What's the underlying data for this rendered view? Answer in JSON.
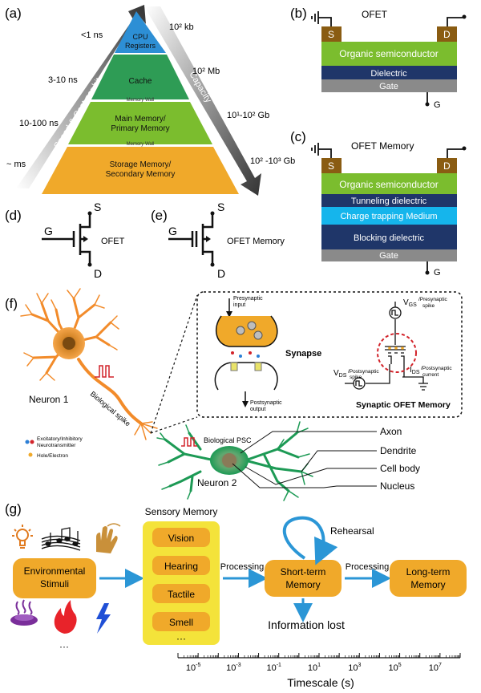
{
  "panel_a": {
    "label": "(a)",
    "layers": [
      {
        "name": "CPU Registers",
        "time": "<1 ns",
        "capacity": "10² kb",
        "color": "#2d8fd5"
      },
      {
        "name": "Cache",
        "time": "3-10 ns",
        "capacity": "10² Mb",
        "color": "#2e9c55"
      },
      {
        "name": "Main Memory/ Primary Memory",
        "time": "10-100 ns",
        "capacity": "10¹-10² Gb",
        "color": "#7bbd2e"
      },
      {
        "name": "Storage Memory/ Secondary Memory",
        "time": "~ ms",
        "capacity": "10² -10³ Gb",
        "color": "#f0a92a"
      }
    ],
    "wall_label": "Memory Wall",
    "left_arrow": "Speed & Cost per bit",
    "right_arrow": "Capacity"
  },
  "panel_b": {
    "label": "(b)",
    "title": "OFET",
    "source": "S",
    "drain": "D",
    "gate_terminal": "G",
    "layers": [
      "Organic semiconductor",
      "Dielectric",
      "Gate"
    ]
  },
  "panel_c": {
    "label": "(c)",
    "title": "OFET Memory",
    "source": "S",
    "drain": "D",
    "gate_terminal": "G",
    "layers": [
      "Organic semiconductor",
      "Tunneling dielectric",
      "Charge trapping Medium",
      "Blocking dielectric",
      "Gate"
    ]
  },
  "panel_d": {
    "label": "(d)",
    "caption": "OFET",
    "g": "G",
    "s": "S",
    "d": "D"
  },
  "panel_e": {
    "label": "(e)",
    "caption": "OFET Memory",
    "g": "G",
    "s": "S",
    "d": "D"
  },
  "panel_f": {
    "label": "(f)",
    "neuron1": "Neuron 1",
    "neuron2": "Neuron 2",
    "bio_spike": "Biological spike",
    "bio_psc": "Biological PSC",
    "legend_ions": "Excitatory/Inhibitory Neurotransmitter",
    "legend_hole": "Hole/Electron",
    "presynaptic_input": "Presynaptic input",
    "postsynaptic_output": "Postsynaptic output",
    "synapse": "Synapse",
    "vgs_label": "V",
    "vgs_sub": "GS",
    "vgs_note": "Presynaptic spike",
    "vds_label": "V",
    "vds_sub": "DS",
    "vds_note": "Postsynaptic spike",
    "ids_label": "I",
    "ids_sub": "DS",
    "ids_note": "Postsynaptic current",
    "synaptic_ofet": "Synaptic OFET Memory",
    "parts": [
      "Axon",
      "Dendrite",
      "Cell body",
      "Nucleus"
    ]
  },
  "panel_g": {
    "label": "(g)",
    "sensory_title": "Sensory Memory",
    "stimuli": "Environmental Stimuli",
    "senses": [
      "Vision",
      "Hearing",
      "Tactile",
      "Smell"
    ],
    "senses_more": "···",
    "stimuli_more": "···",
    "processing1": "Processing",
    "processing2": "Processing",
    "short_term": "Short-term Memory",
    "long_term": "Long-term Memory",
    "rehearsal": "Rehearsal",
    "info_lost": "Information lost",
    "axis_label": "Timescale (s)",
    "ticks": [
      {
        "base": "10",
        "exp": "-5",
        "value": -5
      },
      {
        "base": "10",
        "exp": "-3",
        "value": -3
      },
      {
        "base": "10",
        "exp": "-1",
        "value": -1
      },
      {
        "base": "10",
        "exp": "1",
        "value": 1
      },
      {
        "base": "10",
        "exp": "3",
        "value": 3
      },
      {
        "base": "10",
        "exp": "5",
        "value": 5
      },
      {
        "base": "10",
        "exp": "7",
        "value": 7
      }
    ]
  },
  "colors": {
    "gold": "#f0a92a",
    "yellow": "#f4e33a",
    "blue_arrow": "#2b96d6",
    "green": "#7bbd2e",
    "navy": "#1f3669",
    "cyan": "#15b5ec",
    "gray": "#8a8a8a",
    "brown": "#8a5c12",
    "orange": "#f28b2a",
    "neuron_green": "#1d9a55"
  }
}
